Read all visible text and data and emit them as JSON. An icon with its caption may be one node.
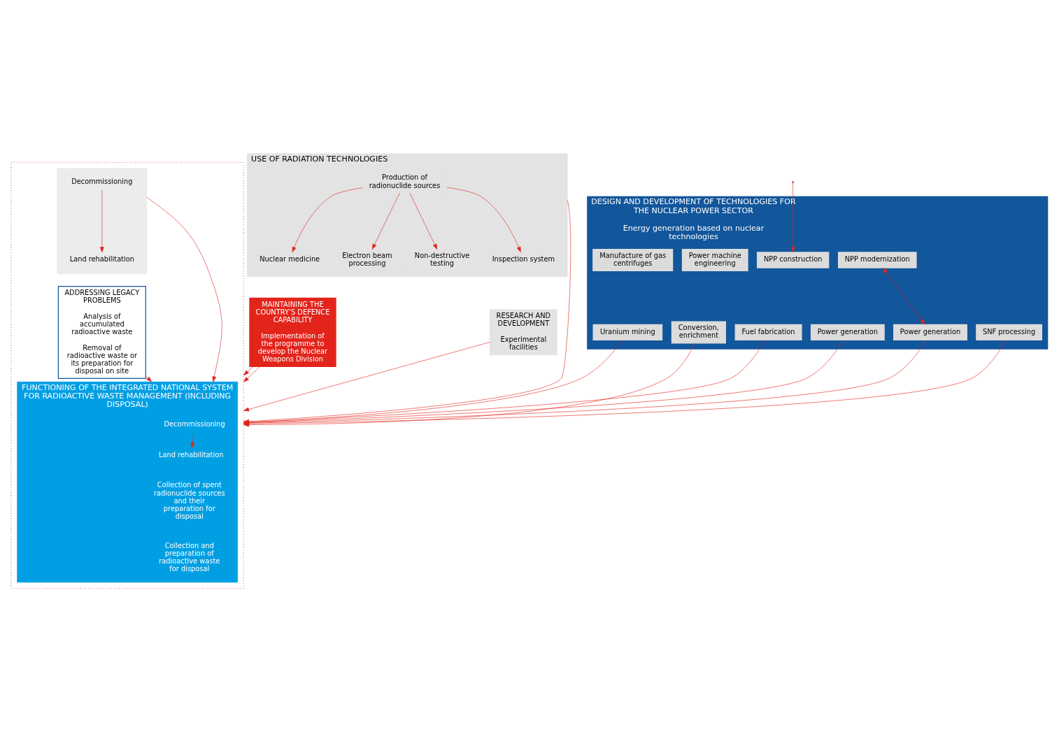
{
  "diagram": {
    "nodes": [
      {
        "text": [
          "DESIGN AND DEVELOPMENT OF TECHNOLOGIES FOR THE NUCLEAR POWER SECTOR",
          "Energy generation based on nuclear technologies"
        ]
      },
      {
        "text": [
          "Manufacture of gas centrifuges"
        ],
        "in": 0
      },
      {
        "text": [
          "Power machine engineering"
        ],
        "in": 0
      },
      {
        "text": [
          "NPP construction"
        ],
        "in": 0
      },
      {
        "text": [
          "NPP modernization"
        ],
        "in": 0
      },
      {
        "text": [
          "Uranium mining"
        ],
        "in": 0
      },
      {
        "text": [
          "Conversion, enrichment"
        ],
        "in": 0
      },
      {
        "text": [
          "Fuel fabrication"
        ],
        "in": 0
      },
      {
        "text": [
          "Power generation"
        ],
        "in": 0
      },
      {
        "text": [
          "Power generation"
        ],
        "in": 0
      },
      {
        "text": [
          "SNF processing"
        ],
        "in": 0
      },
      {
        "text": [
          "MAINTAINING THE COUNTRY’S DEFENCE CAPABILITY",
          "Implementation of the programme to develop the Nuclear Weapons Division"
        ]
      },
      {
        "text": [
          "USE OF RADIATION TECHNOLOGIES"
        ]
      },
      {
        "text": [
          "Production of radionuclide sources"
        ],
        "in": 12
      },
      {
        "text": [
          "Nuclear medicine"
        ],
        "in": 12
      },
      {
        "text": [
          "Electron beam processing"
        ],
        "in": 12
      },
      {
        "text": [
          "Non-destructive testing"
        ],
        "in": 12
      },
      {
        "text": [
          "Inspection system"
        ],
        "in": 12
      },
      {
        "text": [
          "RESEARCH AND DEVELOPMENT",
          "Experimental facilities"
        ]
      },
      {
        "text": [],
        "shape": "box"
      },
      {
        "text": [
          "FUNCTIONING OF THE INTEGRATED NATIONAL SYSTEM FOR RADIOACTIVE WASTE MANAGEMENT (INCLUDING DISPOSAL)"
        ],
        "in": 19
      },
      {
        "text": [
          "Decommissioning"
        ],
        "in": 20
      },
      {
        "text": [
          "Land rehabilitation"
        ],
        "in": 20
      },
      {
        "text": [
          "Collection of spent radionuclide sources and their preparation for disposal"
        ],
        "in": 20
      },
      {
        "text": [
          "Collection and preparation of radioactive waste for disposal"
        ],
        "in": 20
      },
      {
        "text": [],
        "shape": "box",
        "in": 19
      },
      {
        "text": [
          "Decommissioning"
        ],
        "in": 25
      },
      {
        "text": [
          "Land rehabilitation"
        ],
        "in": 25
      },
      {
        "text": [
          "ADDRESSING LEGACY PROBLEMS",
          "Analysis of accumulated radioactive waste",
          "Removal of radioactive waste or its preparation for disposal on site"
        ],
        "in": 19
      }
    ],
    "edges": [
      {
        "from": null,
        "to": 3,
        "arrow": "to"
      },
      {
        "from": 4,
        "to": 9,
        "arrow": "both"
      },
      {
        "from": 5,
        "to": 19,
        "arrow": "to"
      },
      {
        "from": 6,
        "to": 19,
        "arrow": "to"
      },
      {
        "from": 7,
        "to": 19,
        "arrow": "to"
      },
      {
        "from": 8,
        "to": 19,
        "arrow": "to"
      },
      {
        "from": 9,
        "to": 19,
        "arrow": "to"
      },
      {
        "from": 10,
        "to": 19,
        "arrow": "to"
      },
      {
        "from": 11,
        "to": 19,
        "arrow": "to"
      },
      {
        "from": 11,
        "to": 19,
        "arrow": "to"
      },
      {
        "from": 13,
        "to": 14,
        "arrow": "to"
      },
      {
        "from": 13,
        "to": 15,
        "arrow": "to"
      },
      {
        "from": 13,
        "to": 16,
        "arrow": "to"
      },
      {
        "from": 13,
        "to": 17,
        "arrow": "to"
      },
      {
        "from": 21,
        "to": 22,
        "arrow": "to"
      },
      {
        "from": 26,
        "to": 27,
        "arrow": "to"
      },
      {
        "from": 12,
        "to": 19,
        "arrow": "to"
      },
      {
        "from": 18,
        "to": 19,
        "arrow": "to"
      },
      {
        "from": 25,
        "to": 20,
        "arrow": "to"
      },
      {
        "from": 28,
        "to": 20,
        "arrow": "to"
      }
    ]
  }
}
